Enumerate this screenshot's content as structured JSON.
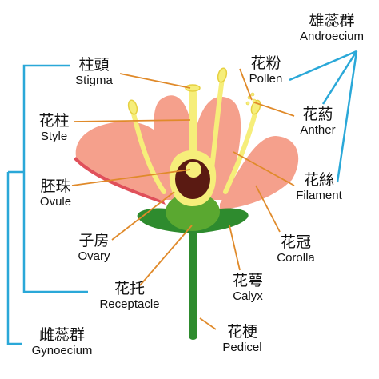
{
  "labels": {
    "androecium": {
      "zh": "雄蕊群",
      "en": "Androecium"
    },
    "stigma": {
      "zh": "柱頭",
      "en": "Stigma"
    },
    "pollen": {
      "zh": "花粉",
      "en": "Pollen"
    },
    "style": {
      "zh": "花柱",
      "en": "Style"
    },
    "anther": {
      "zh": "花葯",
      "en": "Anther"
    },
    "ovule": {
      "zh": "胚珠",
      "en": "Ovule"
    },
    "filament": {
      "zh": "花絲",
      "en": "Filament"
    },
    "ovary": {
      "zh": "子房",
      "en": "Ovary"
    },
    "corolla": {
      "zh": "花冠",
      "en": "Corolla"
    },
    "receptacle": {
      "zh": "花托",
      "en": "Receptacle"
    },
    "calyx": {
      "zh": "花萼",
      "en": "Calyx"
    },
    "gynoecium": {
      "zh": "雌蕊群",
      "en": "Gynoecium"
    },
    "pedicel": {
      "zh": "花梗",
      "en": "Pedicel"
    }
  },
  "colors": {
    "petal": "#F5A08C",
    "petal_edge": "#E0505A",
    "stamen": "#F6EE7A",
    "stamen_edge": "#E6D040",
    "ovule": "#5A1A12",
    "receptacle": "#5AA830",
    "sepal": "#2E8B2E",
    "stem": "#2E8B2E",
    "pointer": "#E08A2A",
    "bracket": "#2AA8D8"
  }
}
